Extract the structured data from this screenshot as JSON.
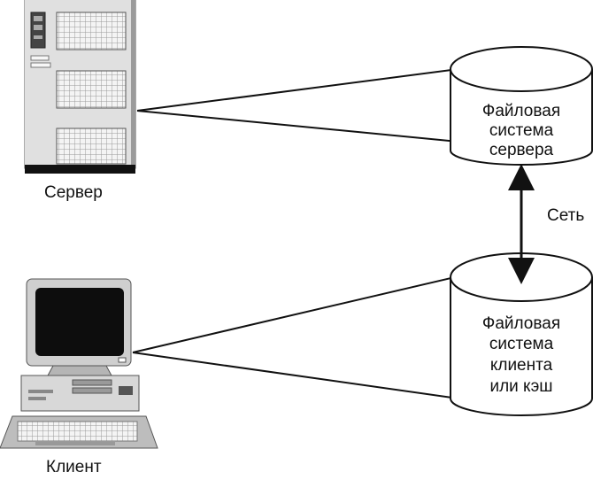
{
  "server": {
    "label": "Сервер"
  },
  "client": {
    "label": "Клиент"
  },
  "server_fs": {
    "lines": [
      "Файловая",
      "система",
      "сервера"
    ]
  },
  "client_fs": {
    "lines": [
      "Файловая",
      "система",
      "клиента",
      "или кэш"
    ]
  },
  "network": {
    "label": "Сеть"
  },
  "colors": {
    "ink": "#111111",
    "tower_light": "#d6d6d6",
    "tower_dark": "#8c8c8c",
    "screen": "#0d0d0d",
    "plastic": "#c9c9c9"
  }
}
